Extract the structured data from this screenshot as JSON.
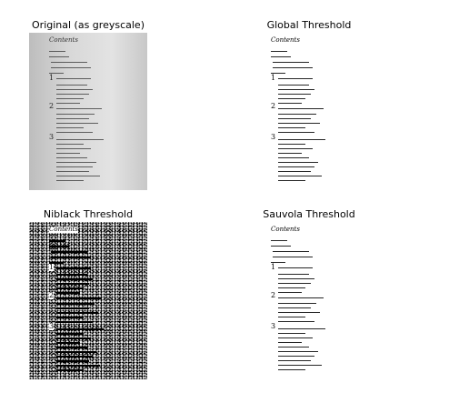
{
  "titles": {
    "original": "Original (as greyscale)",
    "global": "Global Threshold",
    "niblack": "Niblack Threshold",
    "sauvola": "Sauvola Threshold"
  },
  "document": {
    "heading": "Contents",
    "section_numbers": [
      "1",
      "2",
      "3"
    ]
  },
  "colors": {
    "background": "#ffffff",
    "ink": "#000000",
    "paper_gray": "#d8d8d8"
  }
}
